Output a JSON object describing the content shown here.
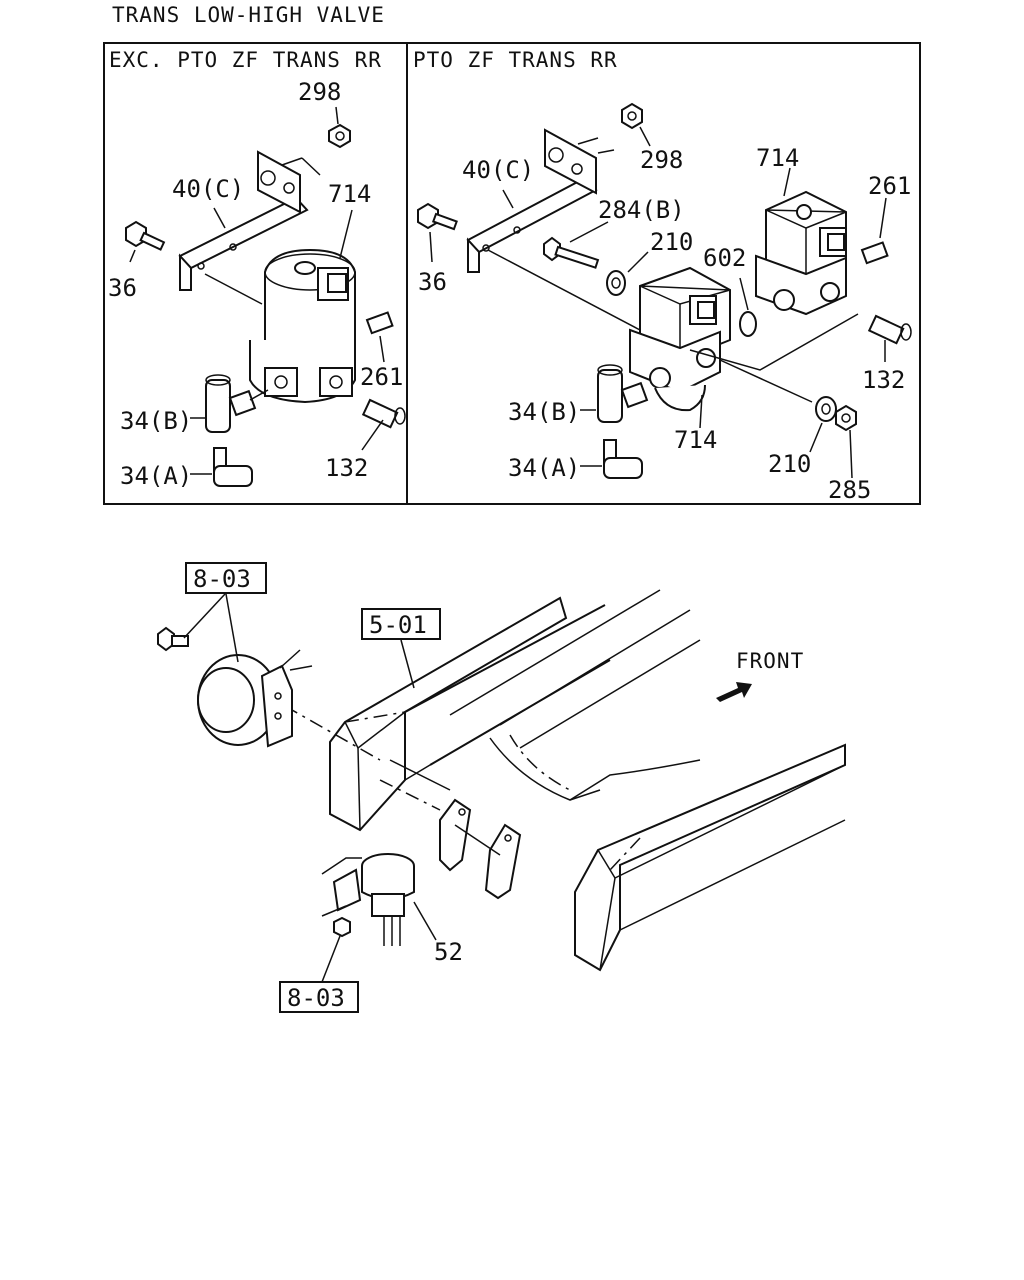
{
  "title": "TRANS LOW-HIGH VALVE",
  "panels": {
    "left": {
      "header": "EXC. PTO ZF TRANS RR",
      "callouts": [
        "298",
        "40(C)",
        "714",
        "36",
        "261",
        "34(B)",
        "132",
        "34(A)"
      ]
    },
    "right": {
      "header": "PTO ZF TRANS RR",
      "callouts": [
        "298",
        "40(C)",
        "714",
        "261",
        "284(B)",
        "210",
        "602",
        "36",
        "132",
        "34(B)",
        "714",
        "210",
        "34(A)",
        "285"
      ]
    }
  },
  "main": {
    "ref_boxes": [
      "8-03",
      "5-01",
      "8-03"
    ],
    "callouts": [
      "52"
    ],
    "direction_label": "FRONT",
    "icons": [
      "front-arrow-icon"
    ]
  }
}
